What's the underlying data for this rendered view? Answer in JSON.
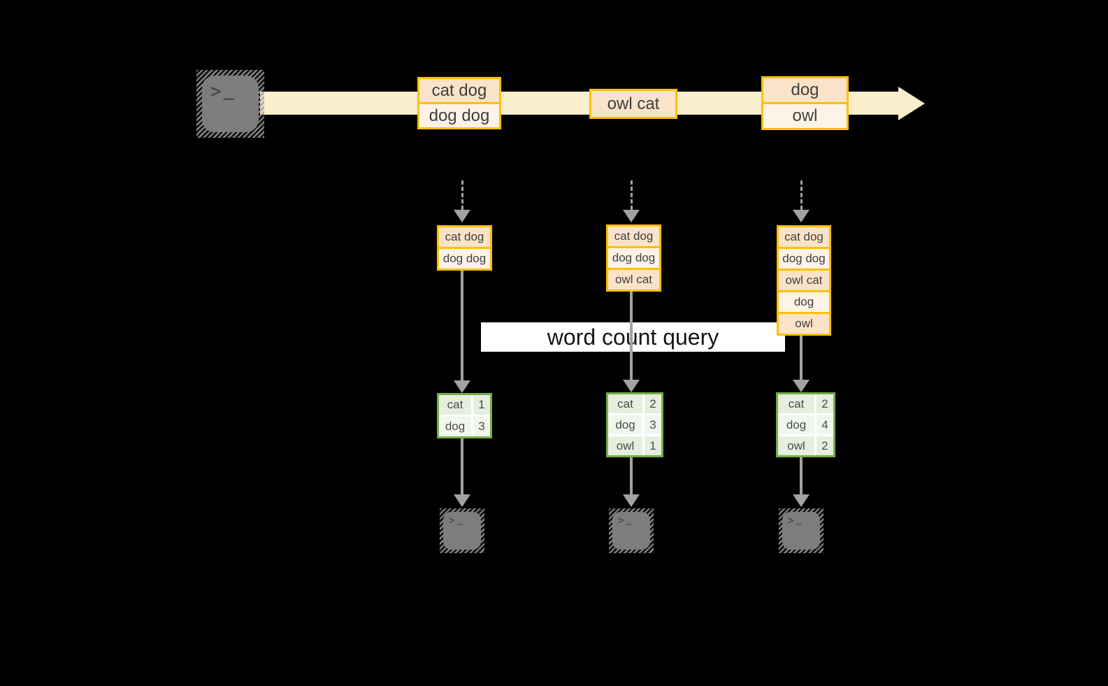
{
  "query_band": {
    "label": "word count query"
  },
  "icons": {
    "terminal_prompt": {
      "chevron": ">",
      "underscore": "_"
    }
  },
  "stream": {
    "events": [
      {
        "rows": [
          "cat dog",
          "dog dog"
        ]
      },
      {
        "rows": [
          "owl cat"
        ]
      },
      {
        "rows": [
          "dog",
          "owl"
        ]
      }
    ]
  },
  "pipelines": [
    {
      "buffer": [
        "cat dog",
        "dog dog"
      ],
      "counts": [
        {
          "word": "cat",
          "count": "1"
        },
        {
          "word": "dog",
          "count": "3"
        }
      ]
    },
    {
      "buffer": [
        "cat dog",
        "dog dog",
        "owl cat"
      ],
      "counts": [
        {
          "word": "cat",
          "count": "2"
        },
        {
          "word": "dog",
          "count": "3"
        },
        {
          "word": "owl",
          "count": "1"
        }
      ]
    },
    {
      "buffer": [
        "cat dog",
        "dog dog",
        "owl cat",
        "dog",
        "owl"
      ],
      "counts": [
        {
          "word": "cat",
          "count": "2"
        },
        {
          "word": "dog",
          "count": "4"
        },
        {
          "word": "owl",
          "count": "2"
        }
      ]
    }
  ],
  "colors": {
    "background": "#000000",
    "stream_band": "#FBEECD",
    "event_border": "#FFC000",
    "event_fill_peach": "#FAE3C8",
    "event_fill_cream": "#FDF3E6",
    "table_border": "#76AD4B",
    "table_fill_green": "#E6EFDD",
    "table_fill_light": "#F2F7ED",
    "arrow_gray": "#A2A2A2",
    "terminal_gray": "#7D7D7D",
    "query_band_bg": "#FFFFFF",
    "text_dark": "#3F3F3F"
  }
}
